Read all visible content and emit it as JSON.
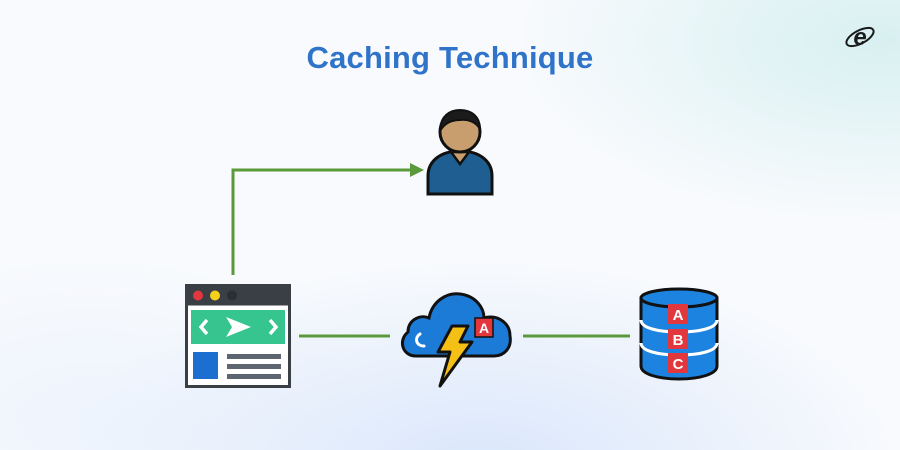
{
  "title": "Caching Technique",
  "logo": {
    "glyph": "e",
    "icon": "e-logo-icon"
  },
  "nodes": {
    "user": {
      "icon": "user-icon"
    },
    "browser": {
      "icon": "browser-window-icon"
    },
    "cache": {
      "icon": "cloud-lightning-icon",
      "badge": "A"
    },
    "database": {
      "icon": "database-icon",
      "rows": [
        "A",
        "B",
        "C"
      ]
    }
  },
  "colors": {
    "title": "#2f74c9",
    "connector": "#5b9a3a",
    "user_body": "#1f5e91",
    "user_skin": "#c99e6f",
    "browser_bar": "#36c48f",
    "cloud": "#1d7bd8",
    "bolt": "#f5c015",
    "badge": "#e2373c",
    "database": "#1c83e0"
  }
}
